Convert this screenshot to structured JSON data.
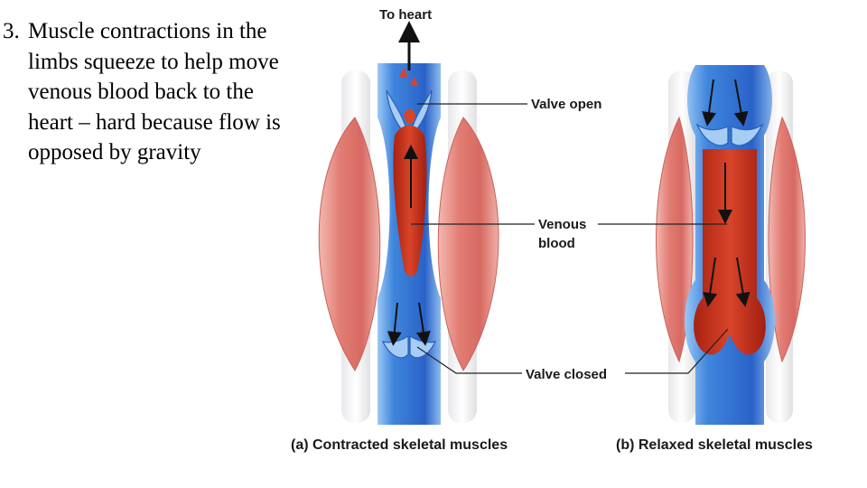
{
  "text": {
    "number": "3.",
    "body": "Muscle contractions in the limbs squeeze to help move venous blood back to the heart – hard because flow is opposed by gravity"
  },
  "labels": {
    "to_heart": "To heart",
    "valve_open": "Valve open",
    "venous_line1": "Venous",
    "venous_line2": "blood",
    "valve_closed": "Valve closed"
  },
  "captions": {
    "a": "(a) Contracted skeletal muscles",
    "b": "(b) Relaxed skeletal muscles"
  },
  "colors": {
    "vein": "#2f6fd0",
    "vein_light": "#7fb2ee",
    "blood": "#c8321a",
    "muscle": "#e07a72"
  }
}
